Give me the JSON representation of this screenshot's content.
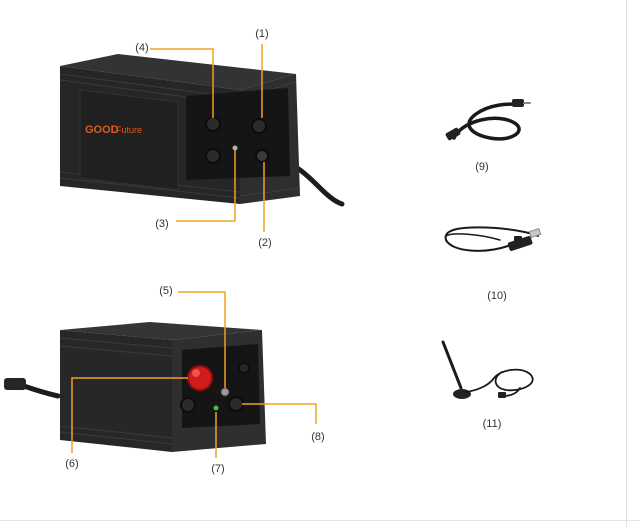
{
  "brand": {
    "logo_text": "GOOD",
    "logo_sub": "Future",
    "logo_color": "#e05a1c"
  },
  "colors": {
    "leader": "#f0a21e",
    "body": "#2a2a2a",
    "body_dark": "#1e1e1e",
    "panel": "#141414",
    "estop": "#d21b1b",
    "led": "#3ec43e"
  },
  "callouts": {
    "c1": "(1)",
    "c2": "(2)",
    "c3": "(3)",
    "c4": "(4)",
    "c5": "(5)",
    "c6": "(6)",
    "c7": "(7)",
    "c8": "(8)",
    "c9": "(9)",
    "c10": "(10)",
    "c11": "(11)"
  },
  "icons": {
    "unit_front": "battery-unit-front-icon",
    "unit_rear": "battery-unit-rear-icon",
    "power_cable": "power-cable-icon",
    "usb_cable": "usb-communication-cable-icon",
    "antenna": "wifi-antenna-icon"
  }
}
